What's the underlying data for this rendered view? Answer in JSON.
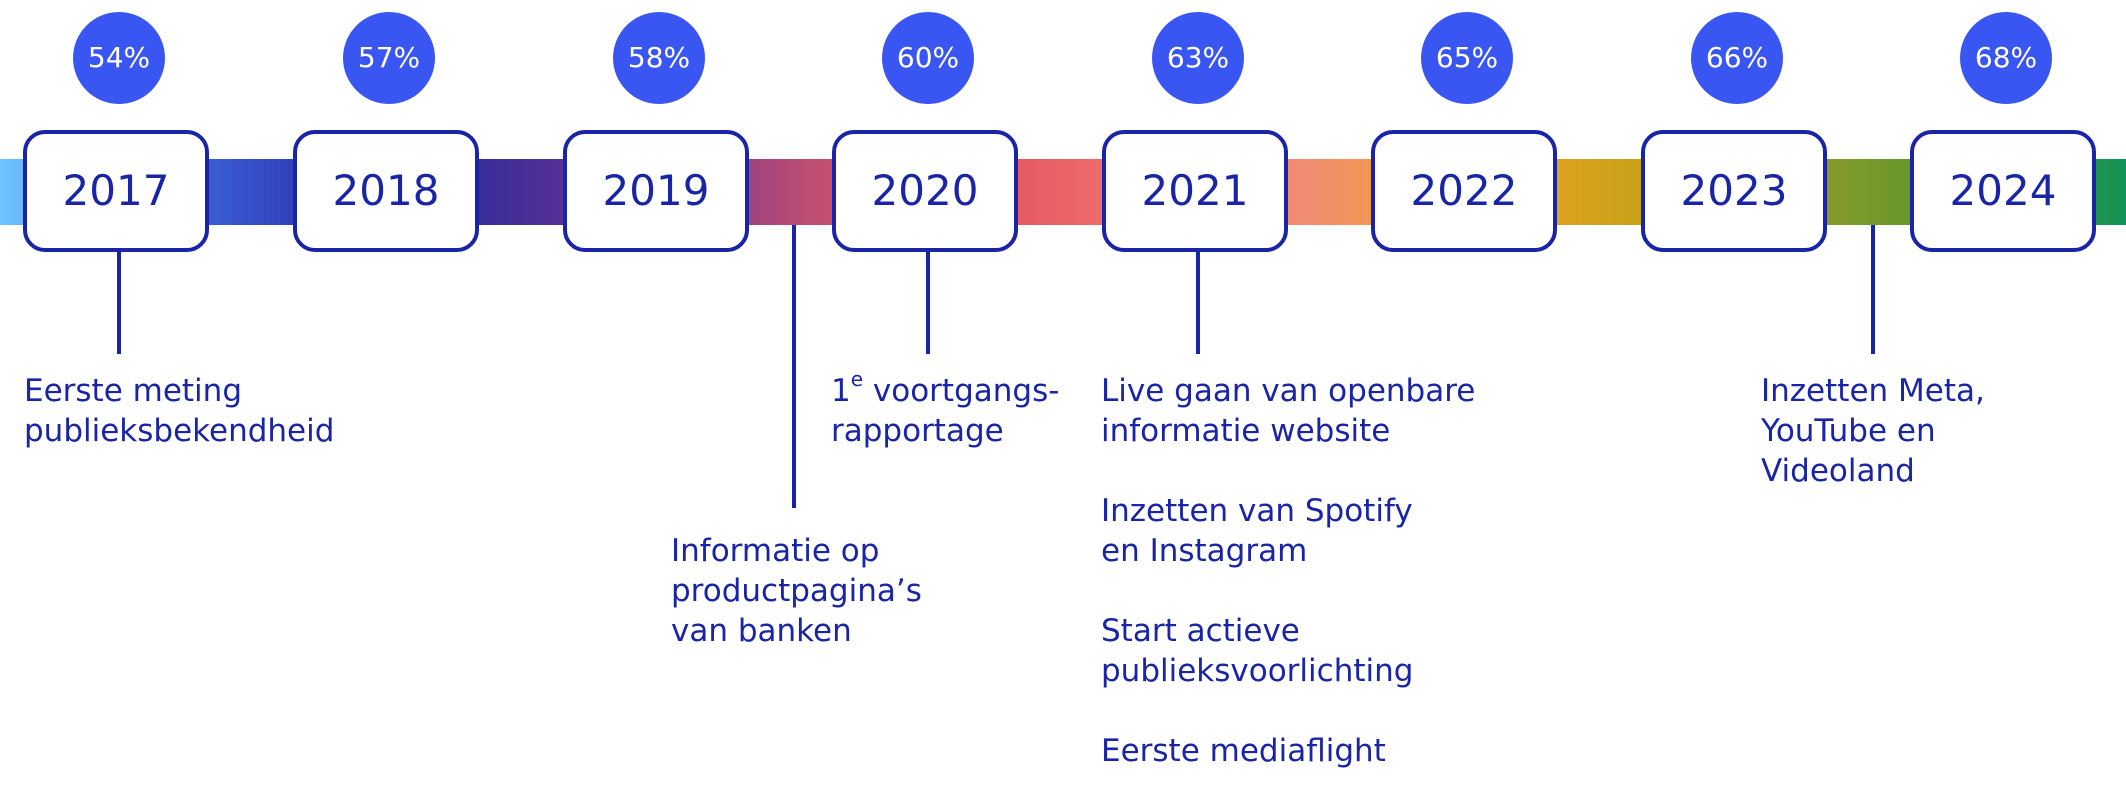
{
  "colors": {
    "circle": "#3a56f2",
    "primary": "#1a24a6",
    "gradient": [
      "#70c4ff",
      "#3f6be0",
      "#2e36b3",
      "#3e2d98",
      "#6d3592",
      "#c24f70",
      "#e2515e",
      "#f17670",
      "#f08d72",
      "#f7a322",
      "#c7a219",
      "#8f9c29",
      "#55952e",
      "#139358"
    ]
  },
  "timeline": {
    "years": [
      {
        "year": "2017",
        "percentage": "54%"
      },
      {
        "year": "2018",
        "percentage": "57%"
      },
      {
        "year": "2019",
        "percentage": "58%"
      },
      {
        "year": "2020",
        "percentage": "60%"
      },
      {
        "year": "2021",
        "percentage": "63%"
      },
      {
        "year": "2022",
        "percentage": "65%"
      },
      {
        "year": "2023",
        "percentage": "66%"
      },
      {
        "year": "2024",
        "percentage": "68%"
      }
    ],
    "events": {
      "e2017": {
        "lines": [
          "Eerste meting",
          "publieksbekendheid"
        ]
      },
      "e2019": {
        "lines": [
          "Informatie op",
          "productpagina’s",
          "van banken"
        ]
      },
      "e2020": {
        "line1_base": "1",
        "line1_sup": "e",
        "line1_rest": " voortgangs-",
        "line2": "rapportage"
      },
      "e2021": {
        "item1": [
          "Live gaan van openbare",
          "informatie website"
        ],
        "item2": [
          "Inzetten van Spotify",
          "en Instagram"
        ],
        "item3": [
          "Start actieve",
          "publieksvoorlichting"
        ],
        "item4": [
          "Eerste mediaflight"
        ]
      },
      "e2023": {
        "lines": [
          "Inzetten Meta,",
          "YouTube en",
          "Videoland"
        ]
      }
    }
  }
}
